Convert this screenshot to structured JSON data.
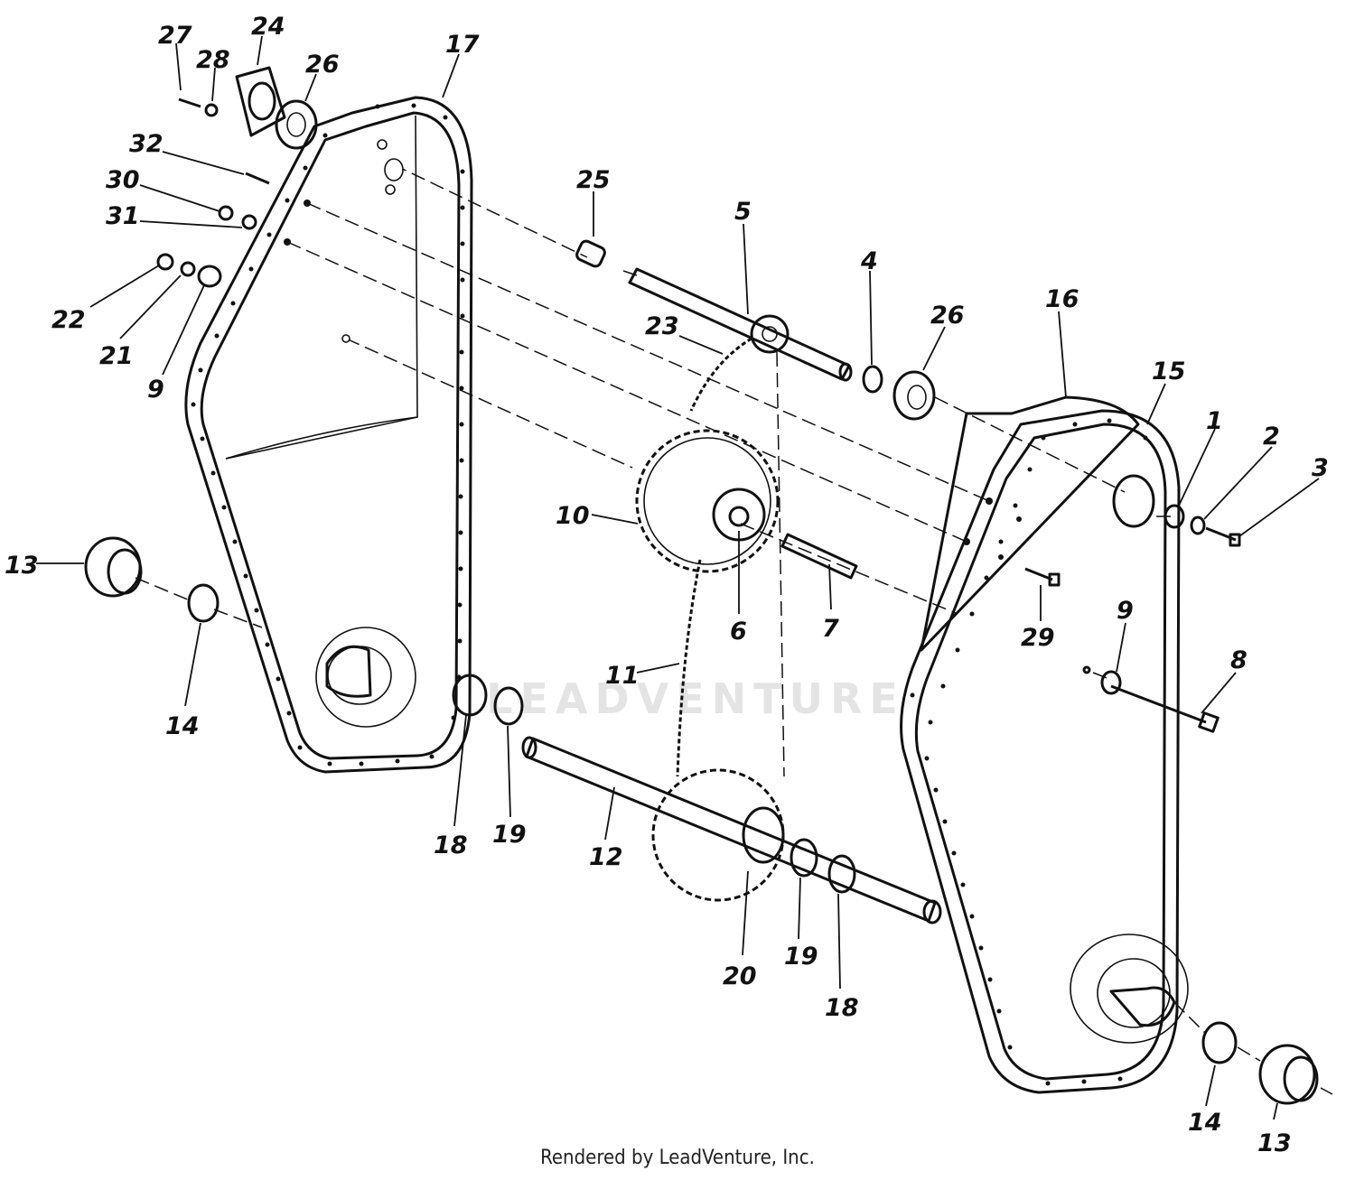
{
  "diagram": {
    "watermark": "LEADVENTURE",
    "credit": "Rendered by LeadVenture, Inc.",
    "part_numbers": [
      "1",
      "2",
      "3",
      "4",
      "5",
      "6",
      "7",
      "8",
      "9",
      "10",
      "11",
      "12",
      "13",
      "14",
      "15",
      "16",
      "17",
      "18",
      "19",
      "20",
      "21",
      "22",
      "23",
      "24",
      "25",
      "26",
      "27",
      "28",
      "29",
      "30",
      "31",
      "32"
    ],
    "callouts": [
      {
        "label": "27"
      },
      {
        "label": "24"
      },
      {
        "label": "28"
      },
      {
        "label": "26"
      },
      {
        "label": "17"
      },
      {
        "label": "32"
      },
      {
        "label": "30"
      },
      {
        "label": "31"
      },
      {
        "label": "22"
      },
      {
        "label": "21"
      },
      {
        "label": "9"
      },
      {
        "label": "25"
      },
      {
        "label": "5"
      },
      {
        "label": "23"
      },
      {
        "label": "4"
      },
      {
        "label": "26"
      },
      {
        "label": "16"
      },
      {
        "label": "15"
      },
      {
        "label": "1"
      },
      {
        "label": "2"
      },
      {
        "label": "3"
      },
      {
        "label": "10"
      },
      {
        "label": "6"
      },
      {
        "label": "7"
      },
      {
        "label": "29"
      },
      {
        "label": "9"
      },
      {
        "label": "8"
      },
      {
        "label": "13"
      },
      {
        "label": "14"
      },
      {
        "label": "11"
      },
      {
        "label": "18"
      },
      {
        "label": "19"
      },
      {
        "label": "12"
      },
      {
        "label": "20"
      },
      {
        "label": "19"
      },
      {
        "label": "18"
      },
      {
        "label": "14"
      },
      {
        "label": "13"
      }
    ]
  }
}
